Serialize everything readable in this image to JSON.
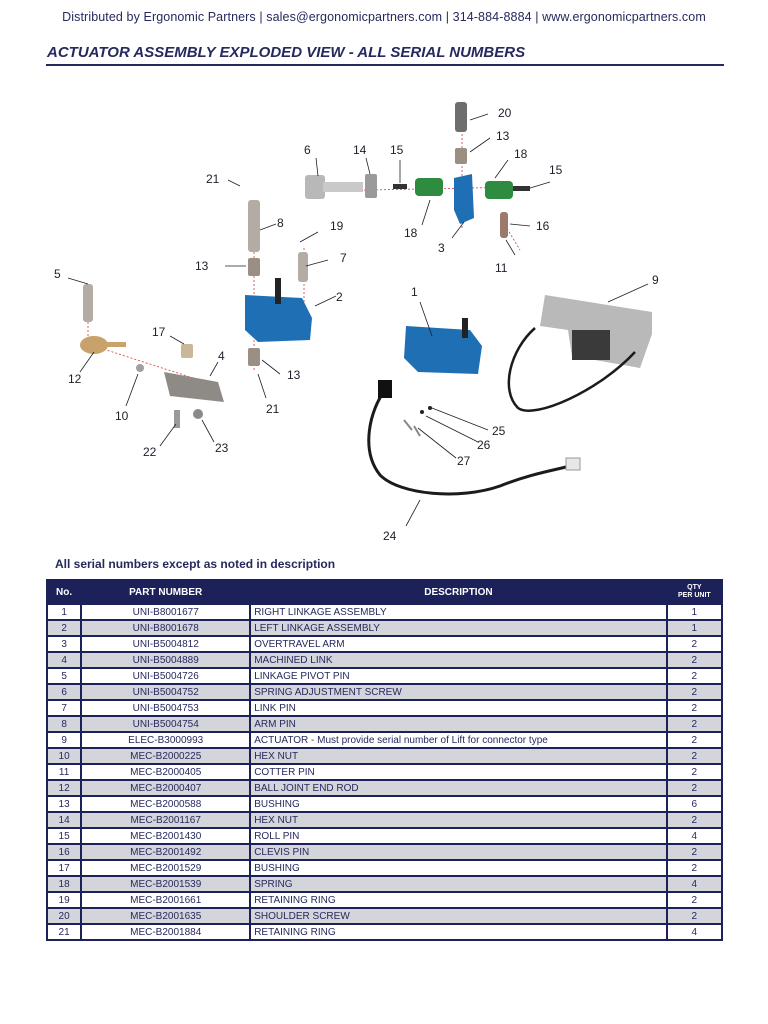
{
  "header": {
    "distributor_line": "Distributed by Ergonomic Partners  |  sales@ergonomicpartners.com  |  314-884-8884  |  www.ergonomicpartners.com",
    "title": "ACTUATOR ASSEMBLY EXPLODED VIEW - ALL SERIAL NUMBERS"
  },
  "diagram": {
    "callouts": [
      "1",
      "2",
      "3",
      "4",
      "5",
      "6",
      "7",
      "8",
      "9",
      "10",
      "11",
      "12",
      "13",
      "13",
      "13",
      "14",
      "15",
      "15",
      "16",
      "17",
      "18",
      "18",
      "19",
      "20",
      "21",
      "21",
      "22",
      "23",
      "24",
      "25",
      "26",
      "27"
    ]
  },
  "note": "All serial numbers except as noted in description",
  "table": {
    "headers": {
      "no": "No.",
      "part": "PART NUMBER",
      "desc": "DESCRIPTION",
      "qty_line1": "QTY",
      "qty_line2": "PER UNIT"
    },
    "rows": [
      {
        "no": "1",
        "part": "UNI-B8001677",
        "desc": "RIGHT LINKAGE ASSEMBLY",
        "qty": "1"
      },
      {
        "no": "2",
        "part": "UNI-B8001678",
        "desc": "LEFT LINKAGE ASSEMBLY",
        "qty": "1"
      },
      {
        "no": "3",
        "part": "UNI-B5004812",
        "desc": "OVERTRAVEL ARM",
        "qty": "2"
      },
      {
        "no": "4",
        "part": "UNI-B5004889",
        "desc": "MACHINED LINK",
        "qty": "2"
      },
      {
        "no": "5",
        "part": "UNI-B5004726",
        "desc": "LINKAGE PIVOT PIN",
        "qty": "2"
      },
      {
        "no": "6",
        "part": "UNI-B5004752",
        "desc": "SPRING ADJUSTMENT SCREW",
        "qty": "2"
      },
      {
        "no": "7",
        "part": "UNI-B5004753",
        "desc": "LINK PIN",
        "qty": "2"
      },
      {
        "no": "8",
        "part": "UNI-B5004754",
        "desc": "ARM PIN",
        "qty": "2"
      },
      {
        "no": "9",
        "part": "ELEC-B3000993",
        "desc": "ACTUATOR - Must provide serial number of Lift for connector type",
        "qty": "2"
      },
      {
        "no": "10",
        "part": "MEC-B2000225",
        "desc": "HEX NUT",
        "qty": "2"
      },
      {
        "no": "11",
        "part": "MEC-B2000405",
        "desc": "COTTER PIN",
        "qty": "2"
      },
      {
        "no": "12",
        "part": "MEC-B2000407",
        "desc": "BALL JOINT END ROD",
        "qty": "2"
      },
      {
        "no": "13",
        "part": "MEC-B2000588",
        "desc": "BUSHING",
        "qty": "6"
      },
      {
        "no": "14",
        "part": "MEC-B2001167",
        "desc": "HEX NUT",
        "qty": "2"
      },
      {
        "no": "15",
        "part": "MEC-B2001430",
        "desc": "ROLL PIN",
        "qty": "4"
      },
      {
        "no": "16",
        "part": "MEC-B2001492",
        "desc": "CLEVIS PIN",
        "qty": "2"
      },
      {
        "no": "17",
        "part": "MEC-B2001529",
        "desc": "BUSHING",
        "qty": "2"
      },
      {
        "no": "18",
        "part": "MEC-B2001539",
        "desc": "SPRING",
        "qty": "4"
      },
      {
        "no": "19",
        "part": "MEC-B2001661",
        "desc": "RETAINING RING",
        "qty": "2"
      },
      {
        "no": "20",
        "part": "MEC-B2001635",
        "desc": "SHOULDER SCREW",
        "qty": "2"
      },
      {
        "no": "21",
        "part": "MEC-B2001884",
        "desc": "RETAINING RING",
        "qty": "4"
      }
    ]
  }
}
